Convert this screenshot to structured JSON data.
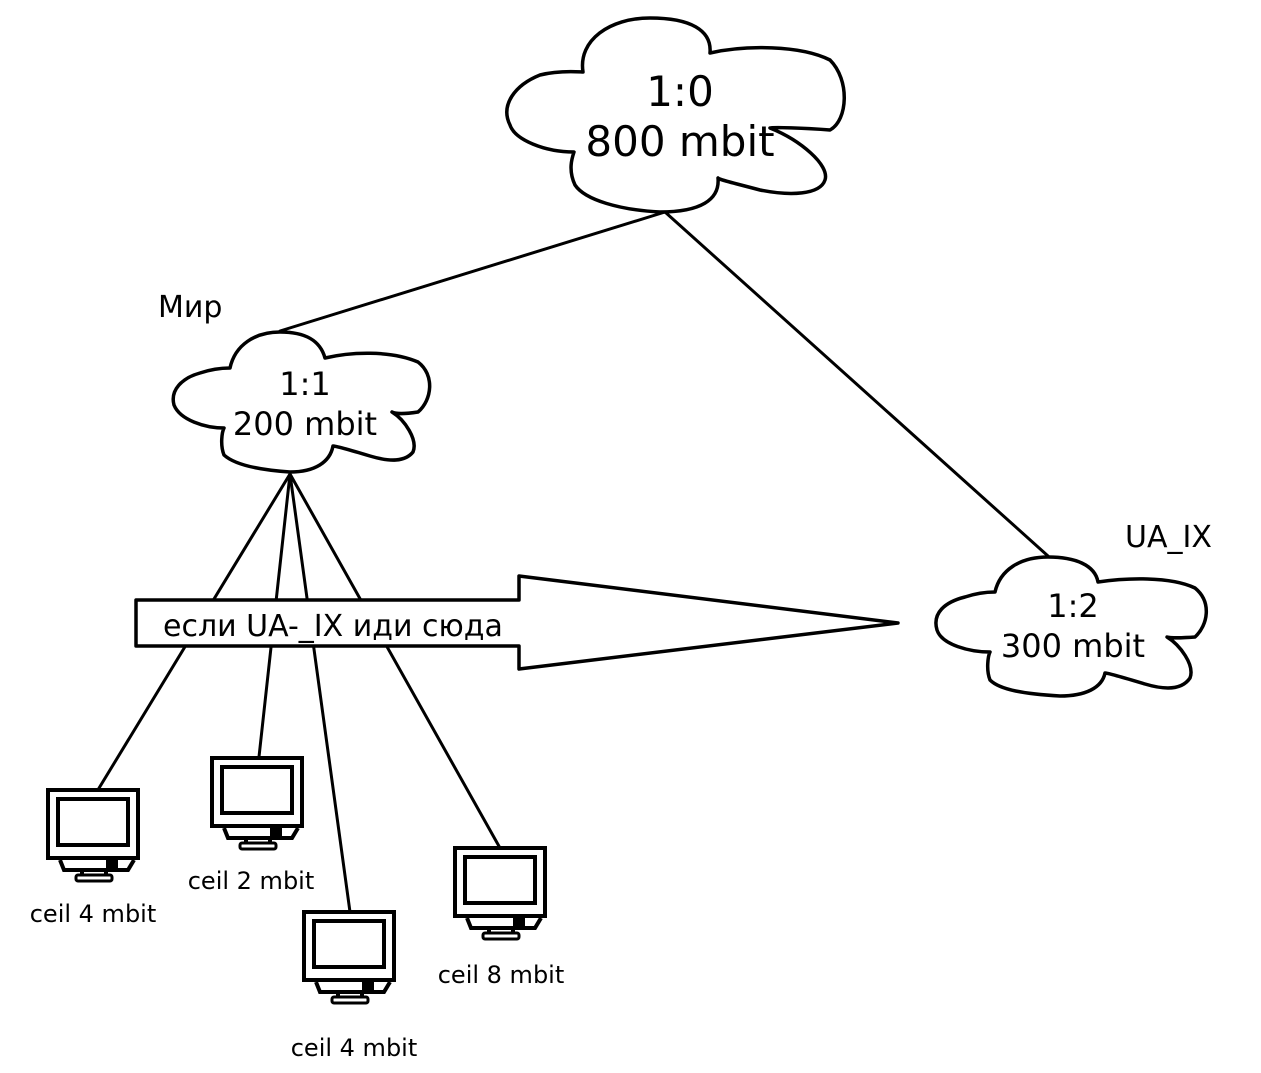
{
  "diagram": {
    "root": {
      "id": "1:0",
      "rate": "800 mbit"
    },
    "world": {
      "label": "Мир",
      "id": "1:1",
      "rate": "200 mbit"
    },
    "uaix": {
      "label": "UA_IX",
      "id": "1:2",
      "rate": "300 mbit"
    },
    "arrow": {
      "text": "если UA-_IX иди сюда"
    },
    "clients": [
      {
        "ceil": "ceil 4 mbit"
      },
      {
        "ceil": "ceil 2 mbit"
      },
      {
        "ceil": "ceil 4 mbit"
      },
      {
        "ceil": "ceil 8 mbit"
      }
    ],
    "colors": {
      "stroke": "#000000",
      "background": "#ffffff"
    }
  }
}
